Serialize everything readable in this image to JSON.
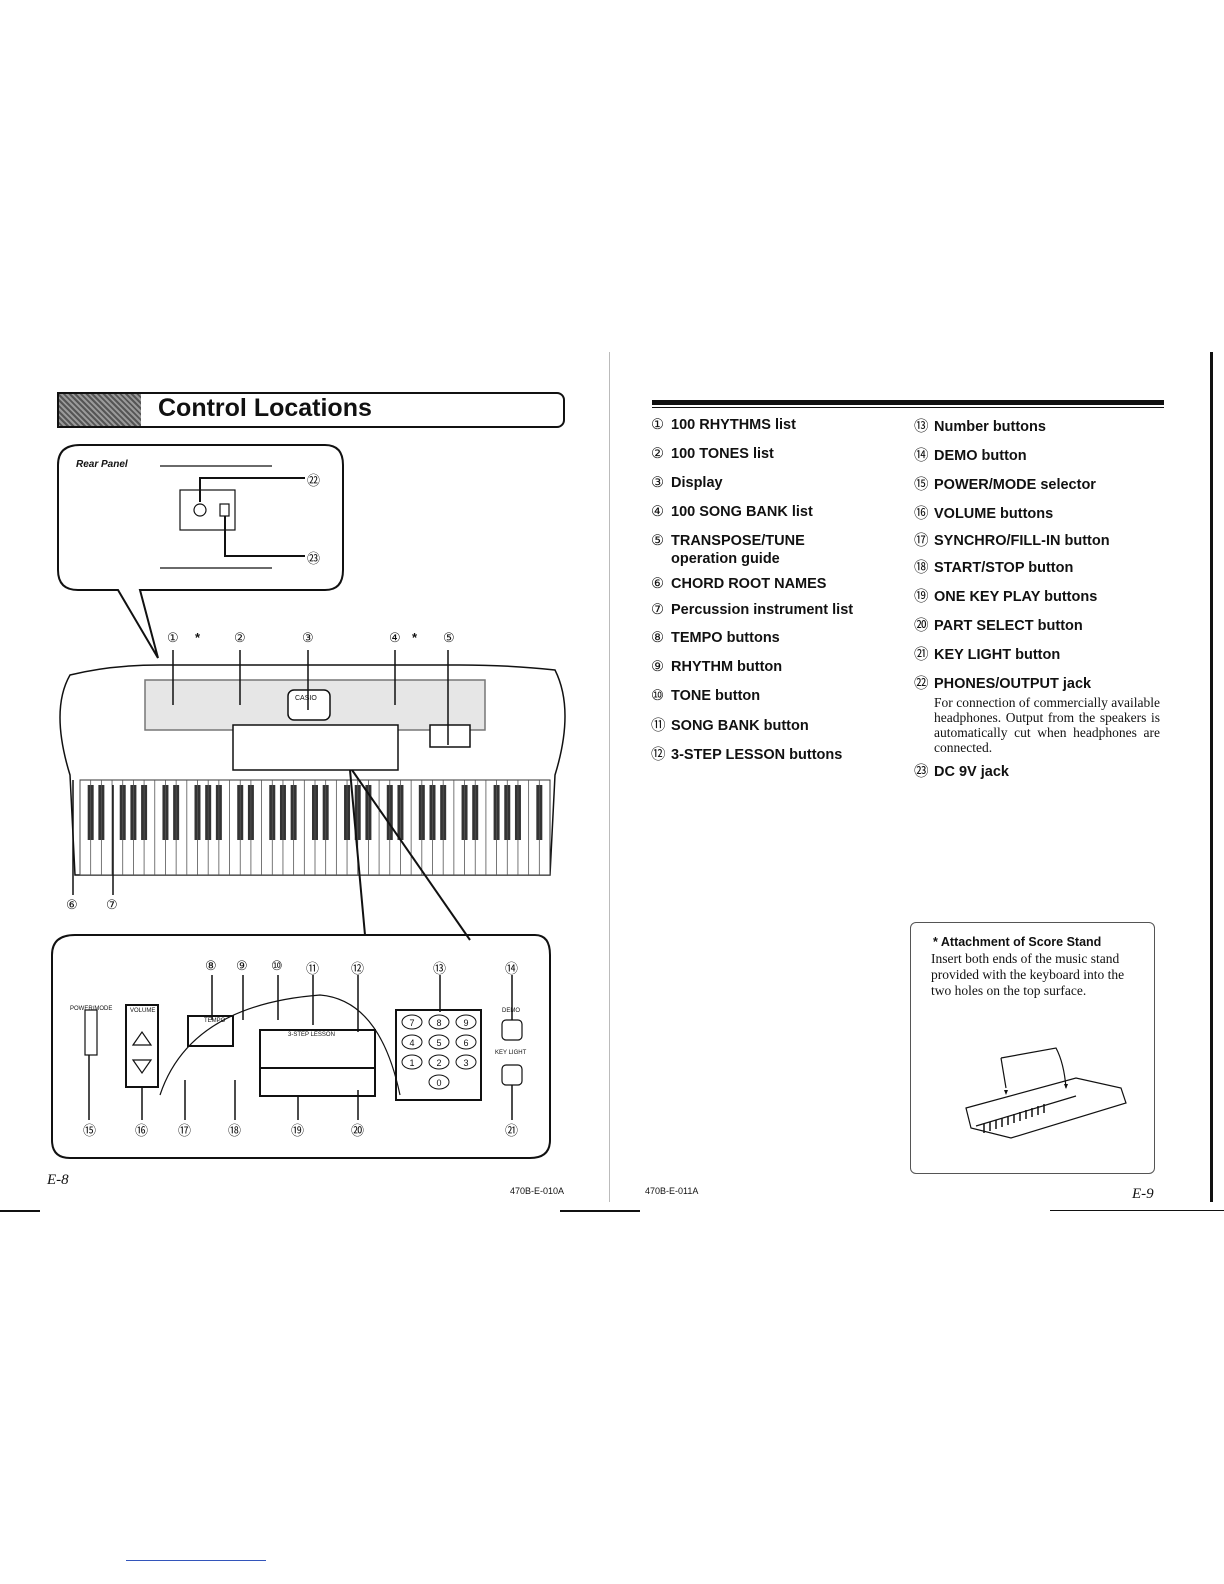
{
  "left_page": {
    "title": "Control Locations",
    "rear_panel_label": "Rear Panel",
    "callouts_top": [
      "①",
      "*",
      "②",
      "③",
      "④",
      "*",
      "⑤"
    ],
    "callouts_keys": [
      "⑥",
      "⑦"
    ],
    "callouts_panel_top": [
      "⑧",
      "⑨",
      "⑩",
      "⑪",
      "⑫",
      "⑬",
      "⑭"
    ],
    "callouts_panel_bottom": [
      "⑮",
      "⑯",
      "⑰",
      "⑱",
      "⑲",
      "⑳",
      "㉑"
    ],
    "callouts_rear": [
      "㉒",
      "㉓"
    ],
    "panel_labels": {
      "power_mode": "POWER/MODE",
      "volume": "VOLUME",
      "tempo": "TEMPO",
      "demo": "DEMO",
      "key_light": "KEY LIGHT",
      "lesson": "3-STEP LESSON",
      "casio": "CASIO"
    },
    "page_number": "E-8",
    "code": "470B-E-010A"
  },
  "right_page": {
    "items_left": [
      {
        "num": "①",
        "label": "100 RHYTHMS list"
      },
      {
        "num": "②",
        "label": "100 TONES list"
      },
      {
        "num": "③",
        "label": "Display"
      },
      {
        "num": "④",
        "label": "100 SONG BANK list"
      },
      {
        "num": "⑤",
        "label": "TRANSPOSE/TUNE",
        "label2": "operation guide"
      },
      {
        "num": "⑥",
        "label": "CHORD ROOT NAMES"
      },
      {
        "num": "⑦",
        "label": "Percussion instrument list"
      },
      {
        "num": "⑧",
        "label": "TEMPO buttons"
      },
      {
        "num": "⑨",
        "label": "RHYTHM button"
      },
      {
        "num": "⑩",
        "label": "TONE button"
      },
      {
        "num": "⑪",
        "label": "SONG BANK button"
      },
      {
        "num": "⑫",
        "label": "3-STEP LESSON buttons"
      }
    ],
    "items_right": [
      {
        "num": "⑬",
        "label": "Number buttons"
      },
      {
        "num": "⑭",
        "label": "DEMO button"
      },
      {
        "num": "⑮",
        "label": "POWER/MODE selector"
      },
      {
        "num": "⑯",
        "label": "VOLUME buttons"
      },
      {
        "num": "⑰",
        "label": "SYNCHRO/FILL-IN button"
      },
      {
        "num": "⑱",
        "label": "START/STOP button"
      },
      {
        "num": "⑲",
        "label": "ONE KEY PLAY buttons"
      },
      {
        "num": "⑳",
        "label": "PART SELECT button"
      },
      {
        "num": "㉑",
        "label": "KEY LIGHT button"
      },
      {
        "num": "㉒",
        "label": "PHONES/OUTPUT jack"
      },
      {
        "num": "㉓",
        "label": "DC 9V jack"
      }
    ],
    "phones_desc": "For connection of commercially available headphones. Output from the speakers is automatically cut when headphones are connected.",
    "score_stand": {
      "title": "* Attachment of Score Stand",
      "text": "Insert both ends of the music stand provided with the keyboard into the two holes on the top surface."
    },
    "page_number": "E-9",
    "code": "470B-E-011A"
  }
}
